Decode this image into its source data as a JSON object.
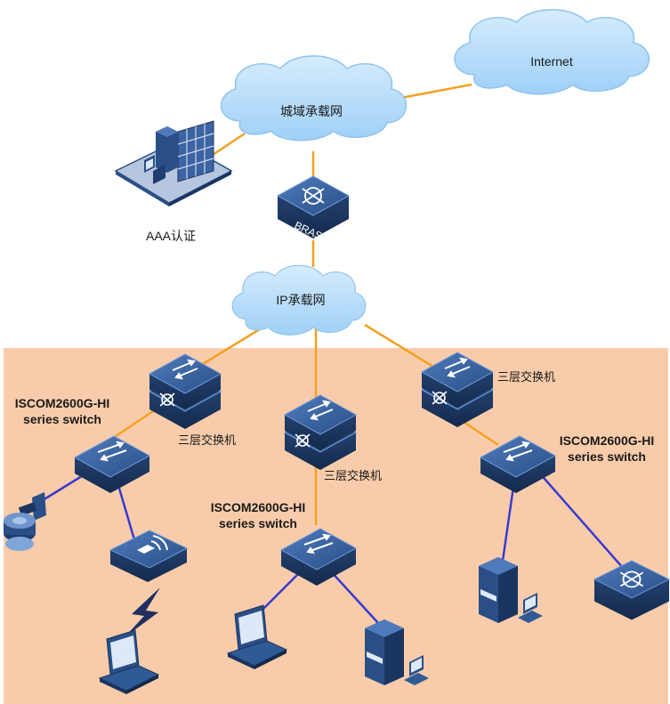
{
  "labels": {
    "internet": "Internet",
    "metro": "城域承载网",
    "ip": "IP承载网",
    "bras": "BRAS",
    "aaa": "AAA认证",
    "l3_left": "三层交换机",
    "l3_mid": "三层交换机",
    "l3_right": "三层交换机",
    "iscom_left_1": "ISCOM2600G-HI",
    "iscom_left_2": "series switch",
    "iscom_mid_1": "ISCOM2600G-HI",
    "iscom_mid_2": "series switch",
    "iscom_right_1": "ISCOM2600G-HI",
    "iscom_right_2": "series switch"
  },
  "colors": {
    "access_area": "#f8ccaa",
    "cloud_fill": "#b8defa",
    "uplink": "#f4a020",
    "downlink": "#3a3ad0",
    "device": "#2a4f86",
    "lightning": "#1e2f60"
  }
}
